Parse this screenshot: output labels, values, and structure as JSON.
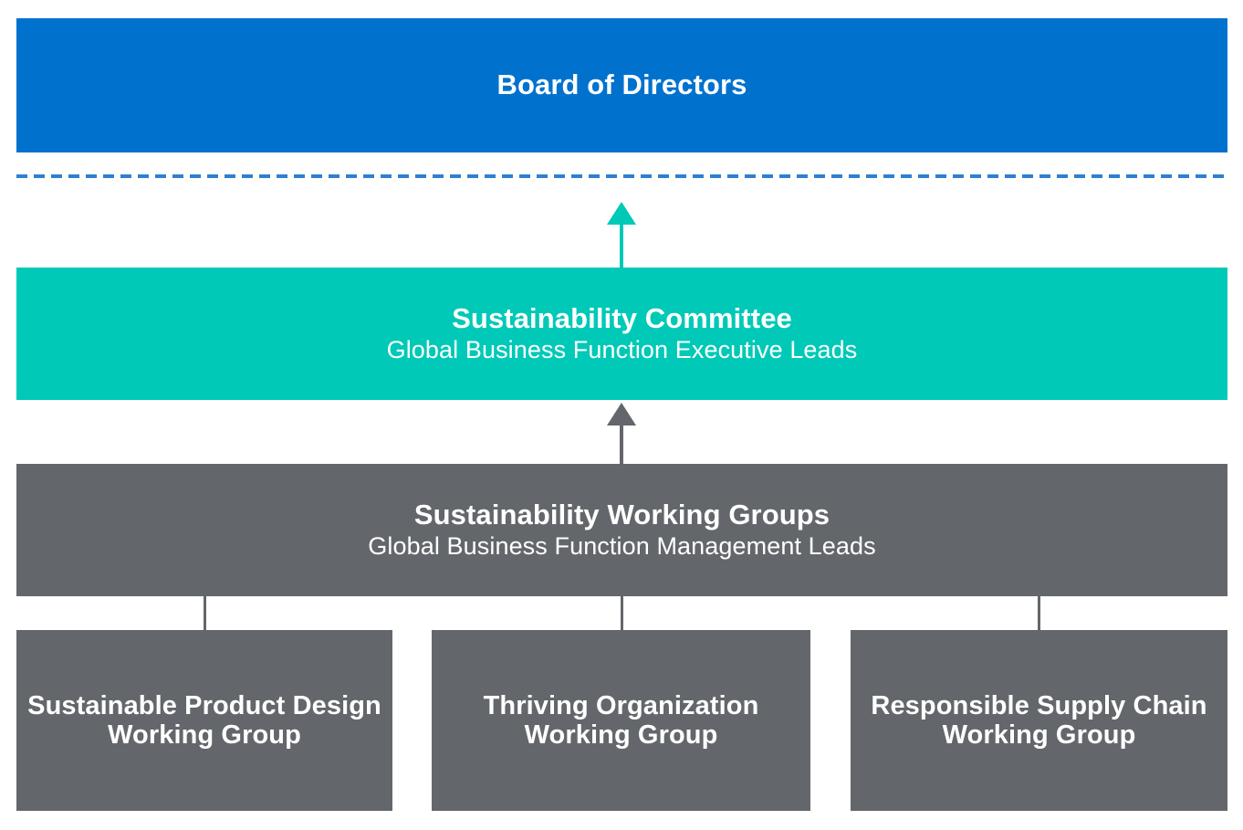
{
  "diagram": {
    "name": "sustainability-governance-structure",
    "colors": {
      "board_blue": "#0072CE",
      "committee_teal": "#00C9B7",
      "working_group_gray": "#63666A",
      "dashed_line_blue": "#2F7FD1",
      "text_white": "#FFFFFF",
      "background": "#FFFFFF"
    },
    "levels": [
      {
        "id": "board",
        "title": "Board of Directors",
        "subtitle": "",
        "color": "#0072CE"
      },
      {
        "id": "committee",
        "title": "Sustainability Committee",
        "subtitle": "Global Business Function Executive Leads",
        "color": "#00C9B7"
      },
      {
        "id": "working-groups",
        "title": "Sustainability Working Groups",
        "subtitle": "Global Business Function Management Leads",
        "color": "#63666A"
      }
    ],
    "working_groups": [
      {
        "id": "sustainable-product-design",
        "title": "Sustainable Product Design Working Group"
      },
      {
        "id": "thriving-organization",
        "title": "Thriving Organization Working Group"
      },
      {
        "id": "responsible-supply-chain",
        "title": "Responsible Supply Chain Working Group"
      }
    ],
    "connectors": [
      {
        "id": "committee-to-board",
        "type": "arrow-up",
        "color": "#00C9B7"
      },
      {
        "id": "working-groups-to-committee",
        "type": "arrow-up",
        "color": "#63666A"
      },
      {
        "id": "banner-to-group-1",
        "type": "line",
        "color": "#63666A"
      },
      {
        "id": "banner-to-group-2",
        "type": "line",
        "color": "#63666A"
      },
      {
        "id": "banner-to-group-3",
        "type": "line",
        "color": "#63666A"
      }
    ],
    "separator": {
      "id": "board-governance-divider",
      "style": "dashed",
      "color": "#2F7FD1"
    }
  }
}
